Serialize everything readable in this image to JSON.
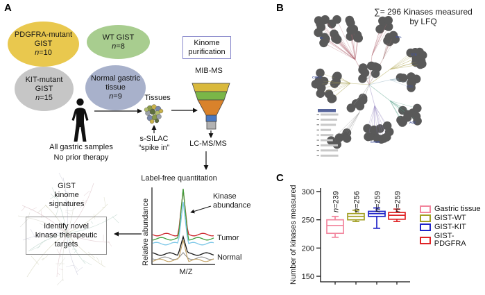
{
  "panelA": {
    "label": "A",
    "ellipses": [
      {
        "line1": "PDGFRA-mutant",
        "line2": "GIST",
        "n_prefix": "n",
        "n_value": "=10",
        "color": "#e9c84e"
      },
      {
        "line1": "WT GIST",
        "n_prefix": "n",
        "n_value": "=8",
        "color": "#a8cd8f"
      },
      {
        "line1": "KIT-mutant",
        "line2": "GIST",
        "n_prefix": "n",
        "n_value": "=15",
        "color": "#c6c6c6"
      },
      {
        "line1": "Normal gastric",
        "line2": "tissue",
        "n_prefix": "n",
        "n_value": "=9",
        "color": "#a8b1cb"
      }
    ],
    "note_line1": "All gastric samples",
    "note_line2": "No prior therapy",
    "tissues_label": "Tissues",
    "silac_line1": "s-SILAC",
    "silac_line2": "“spike in”",
    "kinome_purification_line1": "Kinome",
    "kinome_purification_line2": "purification",
    "mib_ms_label": "MIB-MS",
    "lc_msms_label": "LC-MS/MS",
    "lfq_title": "Label-free quantitation",
    "spectra_plot": {
      "ylabel": "Relative abundance",
      "xlabel": "M/Z",
      "annotation_line1": "Kinase",
      "annotation_line2": "abundance",
      "tumor_label": "Tumor",
      "normal_label": "Normal"
    },
    "signatures_line1": "GIST",
    "signatures_line2": "kinome",
    "signatures_line3": "signatures",
    "target_box_line1": "Identify novel",
    "target_box_line2": "kinase therapeutic",
    "target_box_line3": "targets"
  },
  "panelB": {
    "label": "B",
    "title_line1": "∑= 296 Kinases measured",
    "title_line2": "by LFQ",
    "branch_labels": [
      "TK",
      "TKL",
      "STE",
      "CMGC",
      "CK1",
      "AGC",
      "CAMK"
    ]
  },
  "panelC": {
    "label": "C",
    "ylabel": "Number of kinases measured"
  },
  "chart_data": {
    "type": "box",
    "title": "",
    "xlabel": "",
    "ylabel": "Number of kinases measured",
    "ylim": [
      150,
      300
    ],
    "yticks": [
      300,
      250,
      200,
      150
    ],
    "grid": false,
    "legend_position": "right",
    "groups": [
      {
        "label": "Gastric tissue",
        "n_prefix": "n",
        "n_value": "=239",
        "color": "#f2859d",
        "whisker_low": 219,
        "q1": 226,
        "median": 240,
        "q3": 250,
        "whisker_high": 256
      },
      {
        "label": "GIST-WT",
        "n_prefix": "n",
        "n_value": "=256",
        "color": "#a3a024",
        "whisker_low": 247,
        "q1": 250,
        "median": 256,
        "q3": 261,
        "whisker_high": 267
      },
      {
        "label": "GIST-KIT",
        "n_prefix": "n",
        "n_value": "=259",
        "color": "#2024c8",
        "whisker_low": 235,
        "q1": 256,
        "median": 261,
        "q3": 265,
        "whisker_high": 271
      },
      {
        "label": "GIST-PDGFRA",
        "n_prefix": "n",
        "n_value": "=259",
        "color": "#e02426",
        "whisker_low": 247,
        "q1": 251,
        "median": 258,
        "q3": 263,
        "whisker_high": 269
      }
    ]
  }
}
